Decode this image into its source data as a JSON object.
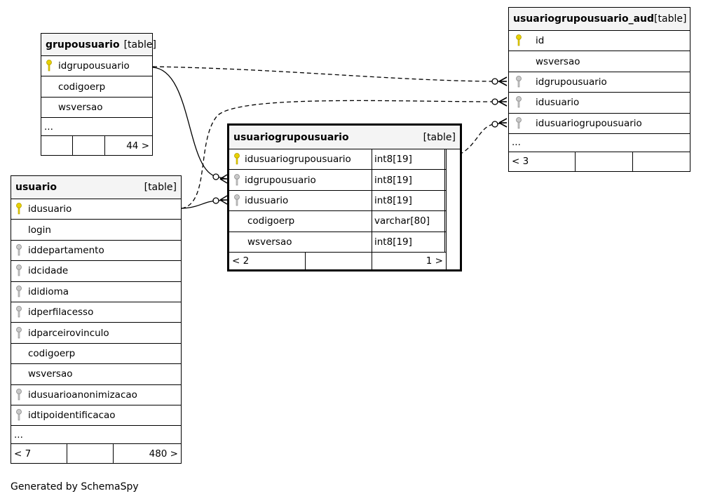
{
  "tables": {
    "grupousuario": {
      "name": "grupousuario",
      "kind": "[table]",
      "columns": [
        {
          "name": "idgrupousuario",
          "key": "primary"
        },
        {
          "name": "codigoerp",
          "key": "none"
        },
        {
          "name": "wsversao",
          "key": "none"
        }
      ],
      "ellipsis": "...",
      "footer": {
        "left": "",
        "mid": "",
        "right": "44 >"
      }
    },
    "usuario": {
      "name": "usuario",
      "kind": "[table]",
      "columns": [
        {
          "name": "idusuario",
          "key": "primary"
        },
        {
          "name": "login",
          "key": "none"
        },
        {
          "name": "iddepartamento",
          "key": "foreign"
        },
        {
          "name": "idcidade",
          "key": "foreign"
        },
        {
          "name": "ididioma",
          "key": "foreign"
        },
        {
          "name": "idperfilacesso",
          "key": "foreign"
        },
        {
          "name": "idparceirovinculo",
          "key": "foreign"
        },
        {
          "name": "codigoerp",
          "key": "none"
        },
        {
          "name": "wsversao",
          "key": "none"
        },
        {
          "name": "idusuarioanonimizacao",
          "key": "foreign"
        },
        {
          "name": "idtipoidentificacao",
          "key": "foreign"
        }
      ],
      "ellipsis": "...",
      "footer": {
        "left": "< 7",
        "mid": "",
        "right": "480 >"
      }
    },
    "usuariogrupousuario": {
      "name": "usuariogrupousuario",
      "kind": "[table]",
      "columns": [
        {
          "name": "idusuariogrupousuario",
          "type": "int8[19]",
          "key": "primary"
        },
        {
          "name": "idgrupousuario",
          "type": "int8[19]",
          "key": "foreign"
        },
        {
          "name": "idusuario",
          "type": "int8[19]",
          "key": "foreign"
        },
        {
          "name": "codigoerp",
          "type": "varchar[80]",
          "key": "none"
        },
        {
          "name": "wsversao",
          "type": "int8[19]",
          "key": "none"
        }
      ],
      "footer": {
        "left": "< 2",
        "mid": "",
        "right": "1 >"
      }
    },
    "usuariogrupousuario_aud": {
      "name": "usuariogrupousuario_aud",
      "kind": "[table]",
      "columns": [
        {
          "name": "id",
          "key": "primary"
        },
        {
          "name": "wsversao",
          "key": "none"
        },
        {
          "name": "idgrupousuario",
          "key": "foreign"
        },
        {
          "name": "idusuario",
          "key": "foreign"
        },
        {
          "name": "idusuariogrupousuario",
          "key": "foreign"
        }
      ],
      "ellipsis": "...",
      "footer": {
        "left": "< 3",
        "mid": "",
        "right": ""
      }
    }
  },
  "colors": {
    "primary_key": "#e8d200",
    "foreign_key": "#a0a0a0",
    "header_bg": "#f4f4f4"
  },
  "generated_by": "Generated by SchemaSpy"
}
